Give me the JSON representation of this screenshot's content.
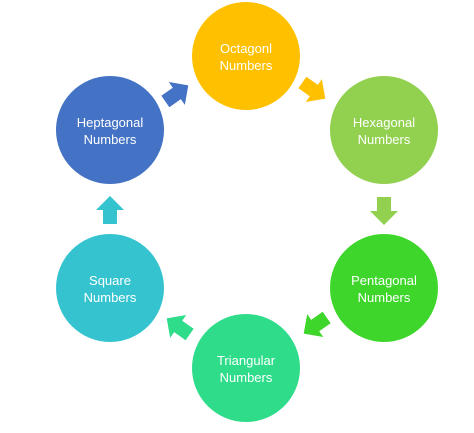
{
  "nodes": [
    {
      "id": "octagonl",
      "line1": "Octagonl",
      "line2": "Numbers",
      "color": "#FFC000"
    },
    {
      "id": "hexagonal",
      "line1": "Hexagonal",
      "line2": "Numbers",
      "color": "#92D050"
    },
    {
      "id": "pentagonal",
      "line1": "Pentagonal",
      "line2": "Numbers",
      "color": "#3FD62C"
    },
    {
      "id": "triangular",
      "line1": "Triangular",
      "line2": "Numbers",
      "color": "#2EDC8A"
    },
    {
      "id": "square",
      "line1": "Square",
      "line2": "Numbers",
      "color": "#35C4CF"
    },
    {
      "id": "heptagonal",
      "line1": "Heptagonal",
      "line2": "Numbers",
      "color": "#4472C4"
    }
  ],
  "arrows": [
    {
      "id": "octagonl-to-hexagonal",
      "color": "#FFC000"
    },
    {
      "id": "hexagonal-to-pentagonal",
      "color": "#92D050"
    },
    {
      "id": "pentagonal-to-triangular",
      "color": "#3FD62C"
    },
    {
      "id": "triangular-to-square",
      "color": "#2EDC8A"
    },
    {
      "id": "square-to-heptagonal",
      "color": "#35C4CF"
    },
    {
      "id": "heptagonal-to-octagonl",
      "color": "#4472C4"
    }
  ]
}
